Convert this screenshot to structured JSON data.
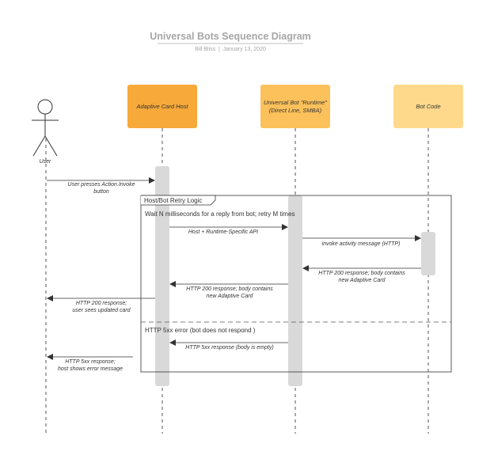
{
  "title": "Universal Bots Sequence Diagram",
  "subtitle": "Bill Bliss  |  January 13, 2020",
  "colors": {
    "host_box": "#f7a93a",
    "runtime_box": "#fcc15a",
    "botcode_box": "#ffd98b",
    "activation": "#d9d9d9",
    "line": "#333333"
  },
  "participants": {
    "user": "User",
    "host": "Adaptive Card Host",
    "runtime_line1": "Universal Bot \"Runtime\"",
    "runtime_line2": "(Direct Line, SMBA)",
    "botcode": "Bot Code"
  },
  "messages": {
    "m1_line1": "User presses Action.Invoke",
    "m1_line2": "button",
    "m2": "Host + Runtime-Specific API",
    "m3": "invoke activity message (HTTP)",
    "m4_line1": "HTTP 200 response; body contains",
    "m4_line2": "new Adaptive Card",
    "m5_line1": "HTTP 200 response; body contains",
    "m5_line2": "new Adaptive Card",
    "m6_line1": "HTTP 200 response;",
    "m6_line2": "user sees updated card",
    "m7": "HTTP 5xx response (body is empty)",
    "m8_line1": "HTTP 5xx response;",
    "m8_line2": "host shows error message"
  },
  "frame": {
    "label": "Host/Bot Retry Logic",
    "guard1": "Wait N milliseconds for a reply from bot; retry M times",
    "guard2": "HTTP 5xx error (bot does not respond )"
  }
}
